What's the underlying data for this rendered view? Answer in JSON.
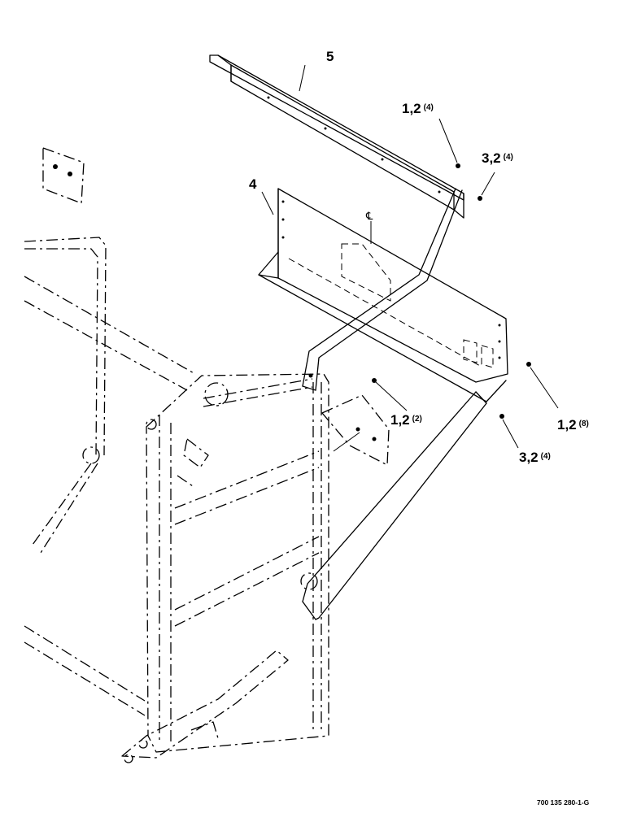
{
  "callouts": {
    "item5": "5",
    "item4": "4",
    "top_bolt": {
      "main": "1,2",
      "qty": "(4)"
    },
    "top_nut": {
      "main": "3,2",
      "qty": "(4)"
    },
    "mid_bolt": {
      "main": "1,2",
      "qty": "(2)"
    },
    "right_bolt": {
      "main": "1,2",
      "qty": "(8)"
    },
    "bottom_nut": {
      "main": "3,2",
      "qty": "(4)"
    }
  },
  "centerline_symbol": "℄",
  "document_number": "700 135 280-1-G"
}
